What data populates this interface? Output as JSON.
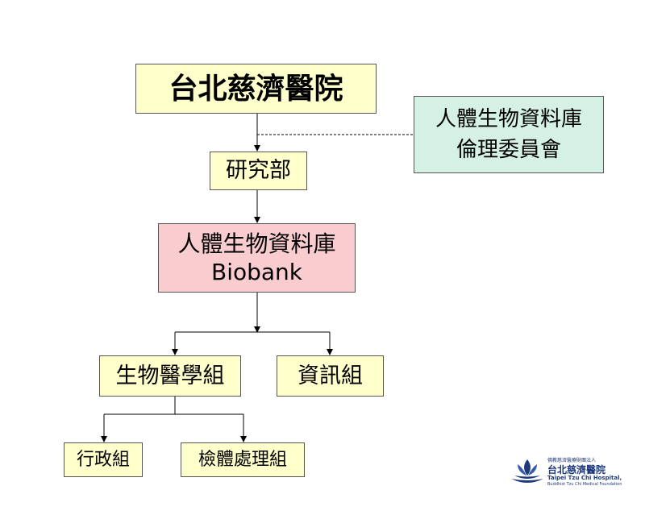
{
  "nodes": {
    "hospital": {
      "label": "台北慈濟醫院"
    },
    "ethics_committee": {
      "line1": "人體生物資料庫",
      "line2": "倫理委員會"
    },
    "research": {
      "label": "研究部"
    },
    "biobank": {
      "line1": "人體生物資料庫",
      "line2": "Biobank"
    },
    "biomedical": {
      "label": "生物醫學組"
    },
    "information": {
      "label": "資訊組"
    },
    "administration": {
      "label": "行政組"
    },
    "specimen_processing": {
      "label": "檢體處理組"
    }
  },
  "logo": {
    "foundation": "佛教慈濟醫療財團法人",
    "name_zh": "台北慈濟醫院",
    "name_en": "Taipei Tzu Chi Hospital,",
    "subtitle": "Buddhist Tzu Chi Medical Foundation"
  },
  "colors": {
    "yellow_fill": "#ffffcc",
    "pink_fill": "#f9cccf",
    "green_fill": "#d5f0e4",
    "logo_blue": "#1f3a7a"
  }
}
